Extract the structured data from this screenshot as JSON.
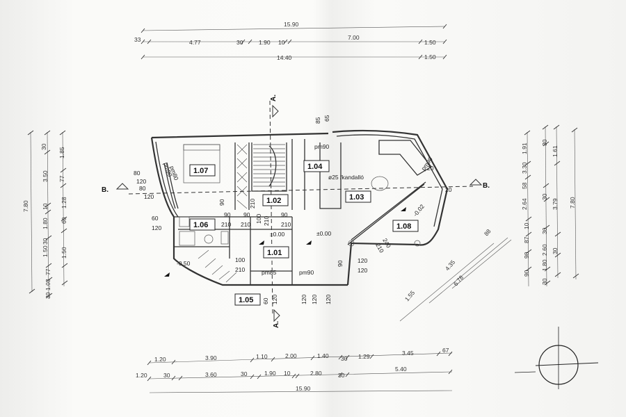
{
  "top_dims": {
    "row1": [
      "15.90"
    ],
    "row2": [
      "33",
      "4.77",
      "30",
      "1.90",
      "10",
      "7.00",
      "1.50"
    ],
    "row3": [
      "14.40",
      "1.50"
    ]
  },
  "bottom_dims": {
    "row1": [
      "1.20",
      "3.90",
      "1.10",
      "2.00",
      "1.40",
      "30",
      "1.29",
      "3.45",
      "67"
    ],
    "row2": [
      "1.20",
      "30",
      "3.60",
      "30",
      "1.90",
      "10",
      "2.80",
      "30",
      "5.40"
    ],
    "row3": [
      "15.90"
    ]
  },
  "left_dims": {
    "outer": [
      "7.80"
    ],
    "mid": [
      "1.03",
      "77",
      "1.50",
      "30",
      "1.80",
      "10",
      "3.50",
      "30"
    ],
    "inner": [
      "30",
      "1.50",
      "60",
      "1.28",
      "77",
      "1.85"
    ]
  },
  "right_dims": {
    "inner": [
      "90",
      "90",
      "87",
      "10",
      "2.64",
      "58",
      "3.30",
      "1.91"
    ],
    "mid": [
      "30",
      "2.60",
      "30",
      "30",
      "3.79",
      "1.61",
      "30"
    ],
    "outer": [
      "1.80",
      "30",
      "7.80"
    ]
  },
  "diag_dims": [
    "1.55",
    "4.35",
    "6.78",
    "88"
  ],
  "rooms": [
    "1.07",
    "1.04",
    "1.02",
    "1.03",
    "1.06",
    "1.01",
    "1.08",
    "1.05"
  ],
  "sections": {
    "a_top": "A.",
    "a_bottom": "A.",
    "b_left": "B.",
    "b_right": "B."
  },
  "plan_labels": {
    "pm90_top": "pm90",
    "kandallo": "ø25 /kandalló",
    "pm90_left": "pm90",
    "pm80_left": "pm80",
    "pm85": "pm85",
    "pm90_bottom": "pm90",
    "pm90_right": "pm90",
    "level_000_1": "±0.00",
    "level_000_2": "±0.00",
    "level_050": "-0.50",
    "level_002": "-0.02",
    "n80": "80",
    "n120a": "120",
    "n80b": "80",
    "n120b": "120",
    "n60": "60",
    "n120c": "120",
    "n85": "85",
    "n65": "65",
    "n90a": "90",
    "n90b": "90",
    "n90c": "90",
    "n90d": "90",
    "n210a": "210",
    "n210b": "210",
    "n210c": "210",
    "n210d": "210",
    "n210e": "210",
    "n100a": "100",
    "n100b": "100",
    "n20a": "20",
    "n20b": "20",
    "n240": "240",
    "n210f": "210",
    "n90e": "90",
    "n120d": "120",
    "n120e": "120",
    "n60b": "60",
    "n120f": "120",
    "n120g": "120",
    "n120h": "120",
    "n120i": "120",
    "n210g": "210"
  }
}
